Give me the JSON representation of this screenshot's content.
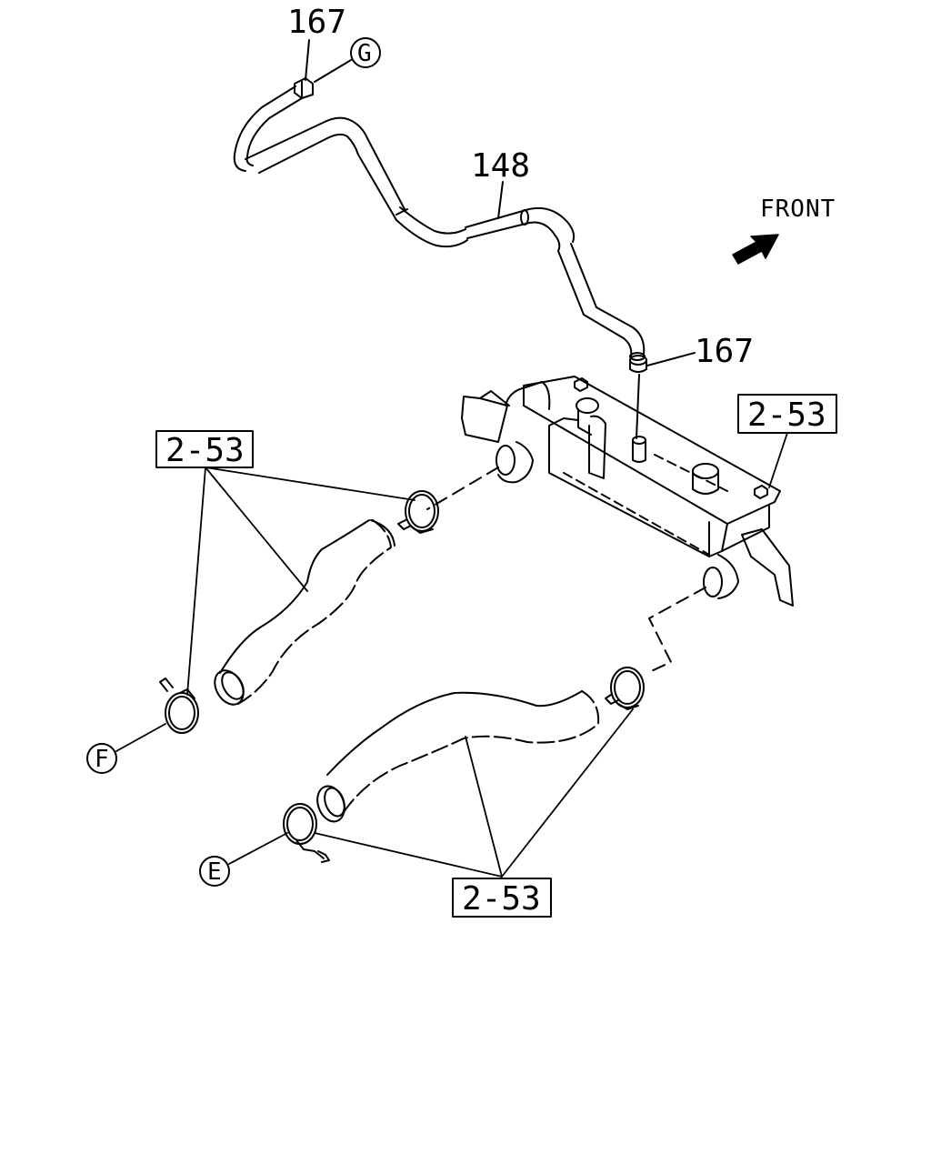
{
  "labels": {
    "part_167_top": "167",
    "part_148": "148",
    "part_167_right": "167",
    "front": "FRONT",
    "ref_upper_right": "2-53",
    "ref_left": "2-53",
    "ref_bottom": "2-53",
    "circle_g": "G",
    "circle_f": "F",
    "circle_e": "E"
  },
  "colors": {
    "line": "#000000",
    "background": "#ffffff"
  }
}
